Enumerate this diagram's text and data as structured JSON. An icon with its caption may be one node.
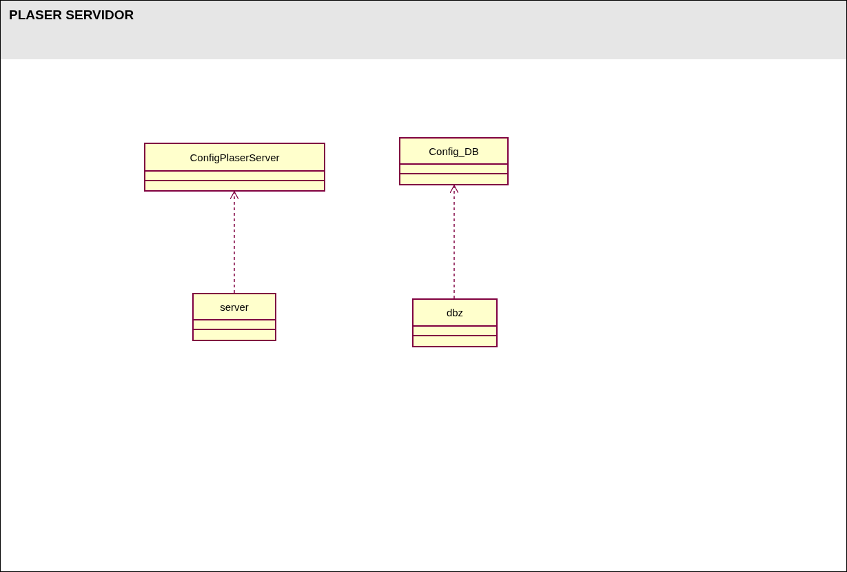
{
  "diagram": {
    "title": "PLASER SERVIDOR",
    "nodes": [
      {
        "text": [
          "ConfigPlaserServer"
        ]
      },
      {
        "text": [
          "Config_DB"
        ]
      },
      {
        "text": [
          "server"
        ]
      },
      {
        "text": [
          "dbz"
        ]
      }
    ],
    "edges": [
      {
        "from": 2,
        "to": 0,
        "arrow": "to",
        "style": "dashed"
      },
      {
        "from": 3,
        "to": 1,
        "arrow": "to",
        "style": "dashed"
      }
    ]
  }
}
